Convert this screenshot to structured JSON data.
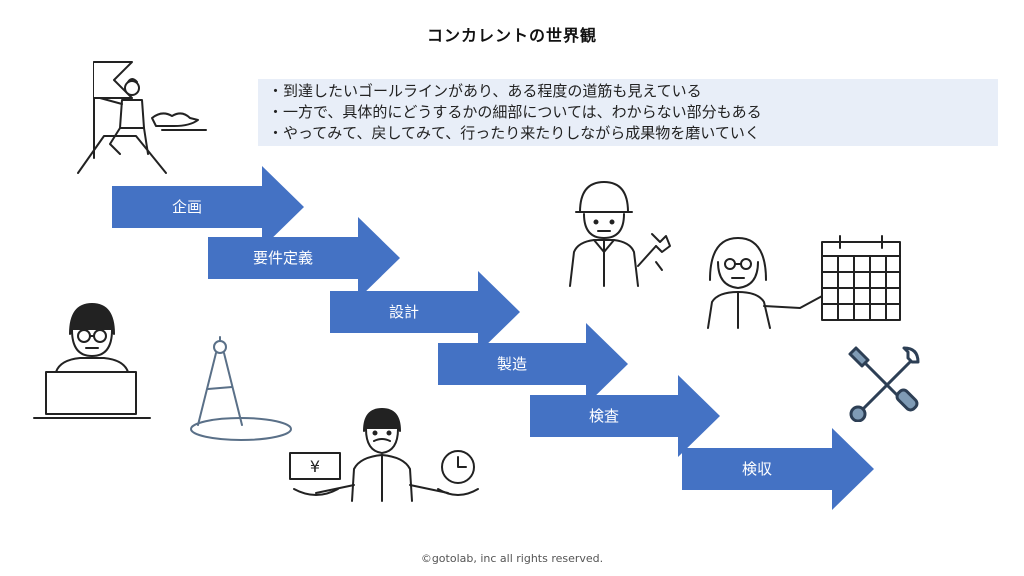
{
  "title": "コンカレントの世界観",
  "notes": [
    "・到達したいゴールラインがあり、ある程度の道筋も見えている",
    "・一方で、具体的にどうするかの細部については、わからない部分もある",
    "・やってみて、戻してみて、行ったり来たりしながら成果物を磨いていく"
  ],
  "steps": [
    "企画",
    "要件定義",
    "設計",
    "製造",
    "検査",
    "検収"
  ],
  "arrow_color": "#4472c4",
  "footer": "©gotolab, inc  all rights reserved."
}
